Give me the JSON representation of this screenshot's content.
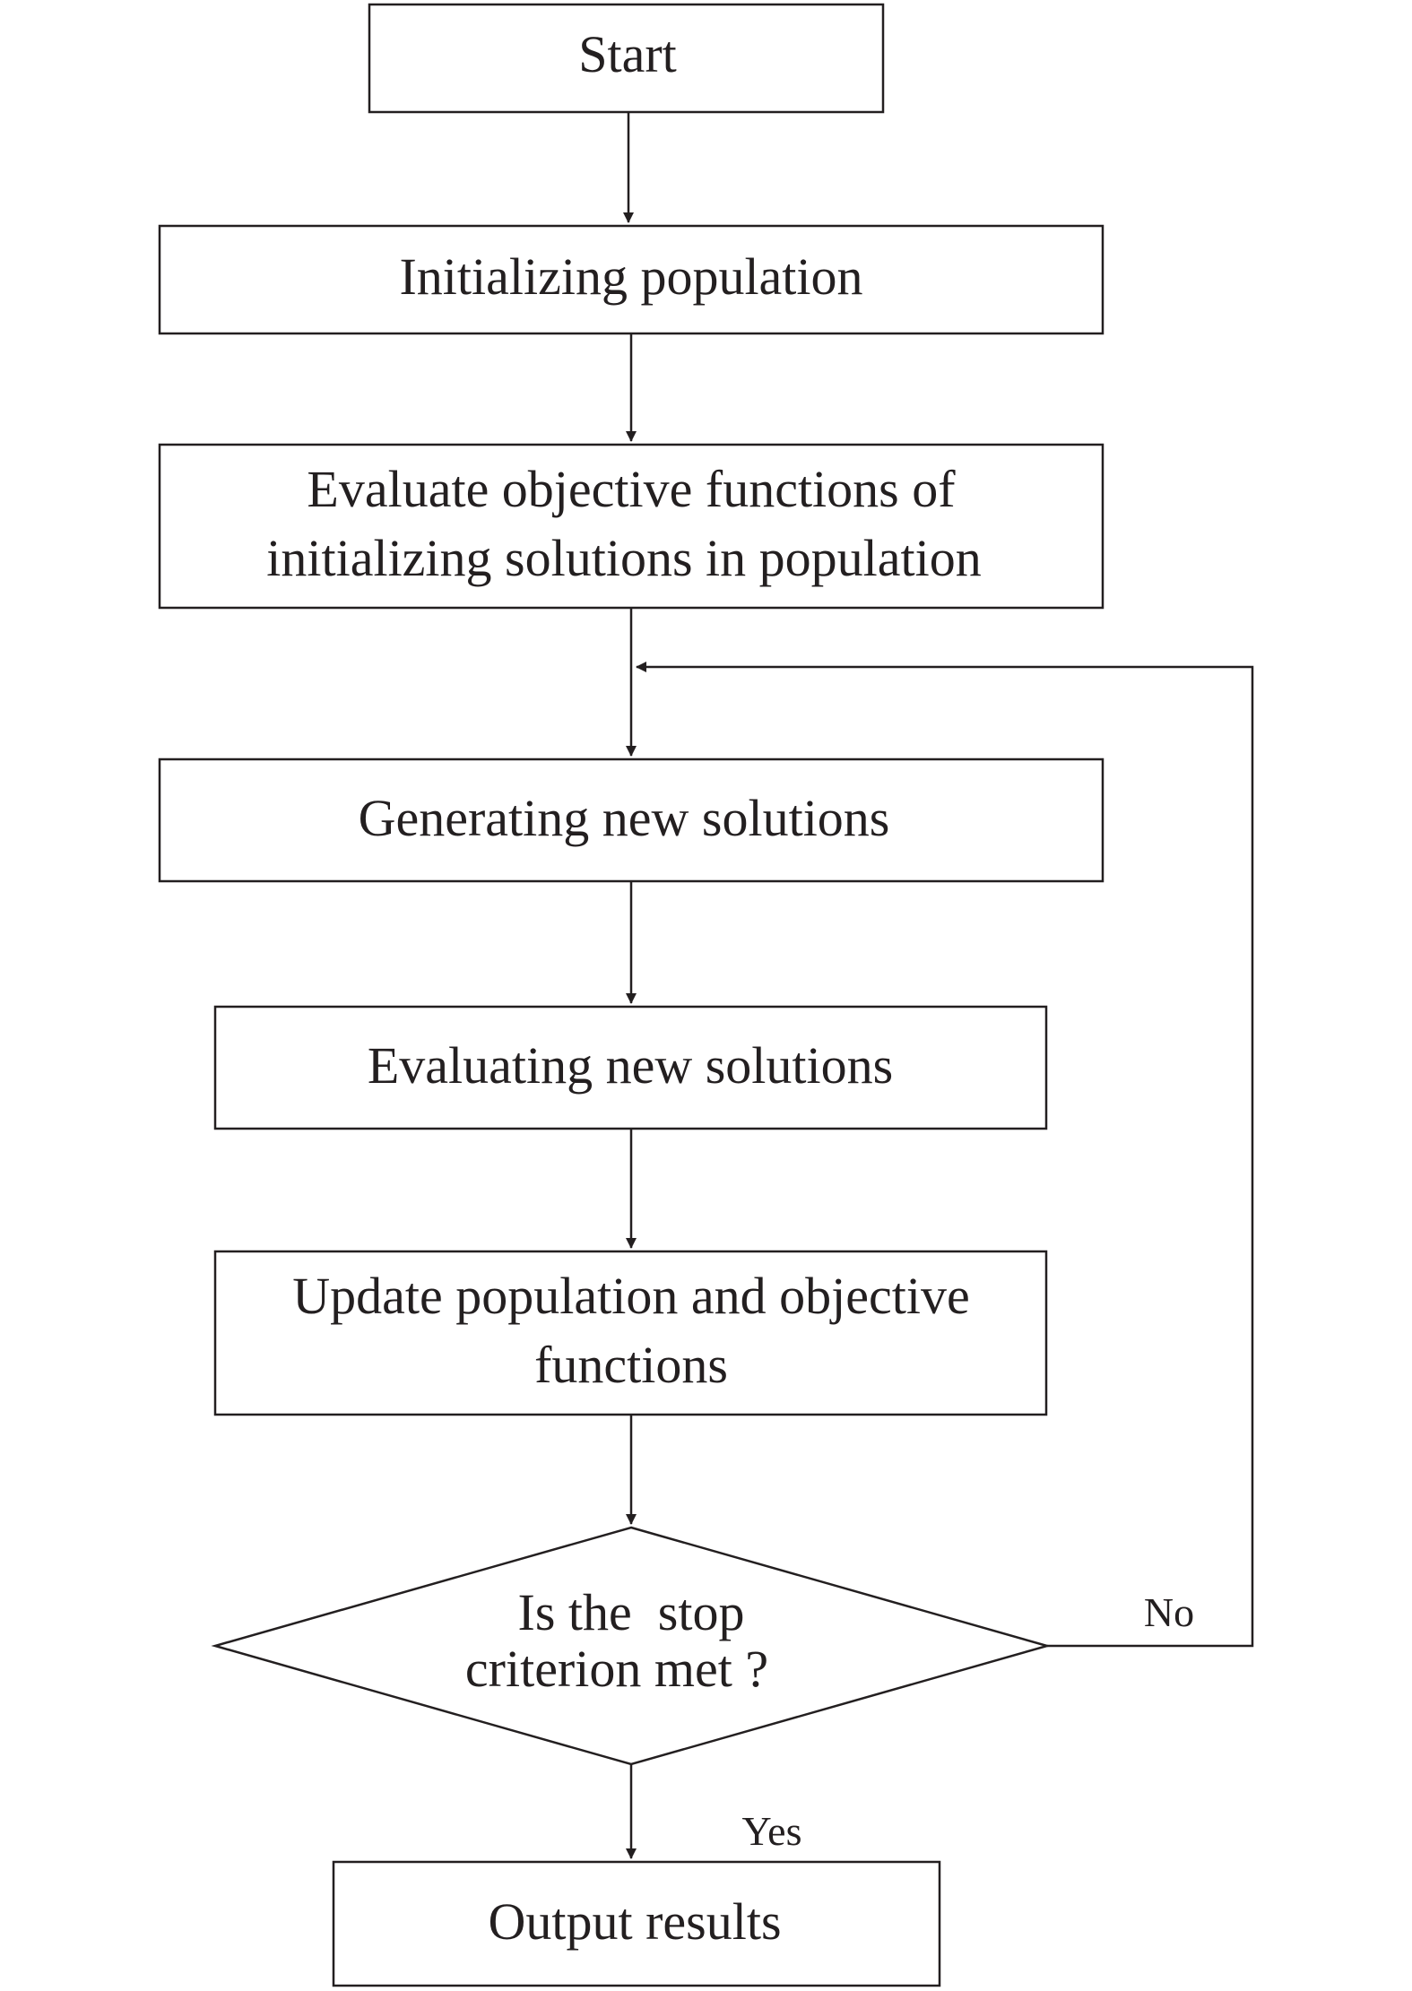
{
  "diagram": {
    "type": "flowchart",
    "nodes": {
      "start": {
        "text": "Start"
      },
      "init": {
        "text": "Initializing population"
      },
      "evaluate_init": {
        "line1": "Evaluate objective functions of",
        "line2": "initializing solutions in population"
      },
      "generate": {
        "text": "Generating new solutions"
      },
      "evaluate_new": {
        "text": "Evaluating new solutions"
      },
      "update": {
        "line1": "Update population and objective",
        "line2": "functions"
      },
      "decision": {
        "line1": "Is the  stop",
        "line2": "criterion met ?"
      },
      "output": {
        "text": "Output results"
      }
    },
    "edge_labels": {
      "no": "No",
      "yes": "Yes"
    },
    "edges": [
      {
        "from": "start",
        "to": "init"
      },
      {
        "from": "init",
        "to": "evaluate_init"
      },
      {
        "from": "evaluate_init",
        "to": "generate"
      },
      {
        "from": "generate",
        "to": "evaluate_new"
      },
      {
        "from": "evaluate_new",
        "to": "update"
      },
      {
        "from": "update",
        "to": "decision"
      },
      {
        "from": "decision",
        "to": "generate",
        "label": "No"
      },
      {
        "from": "decision",
        "to": "output",
        "label": "Yes"
      }
    ],
    "colors": {
      "stroke": "#231f20",
      "fill": "#ffffff",
      "text": "#231f20"
    }
  }
}
